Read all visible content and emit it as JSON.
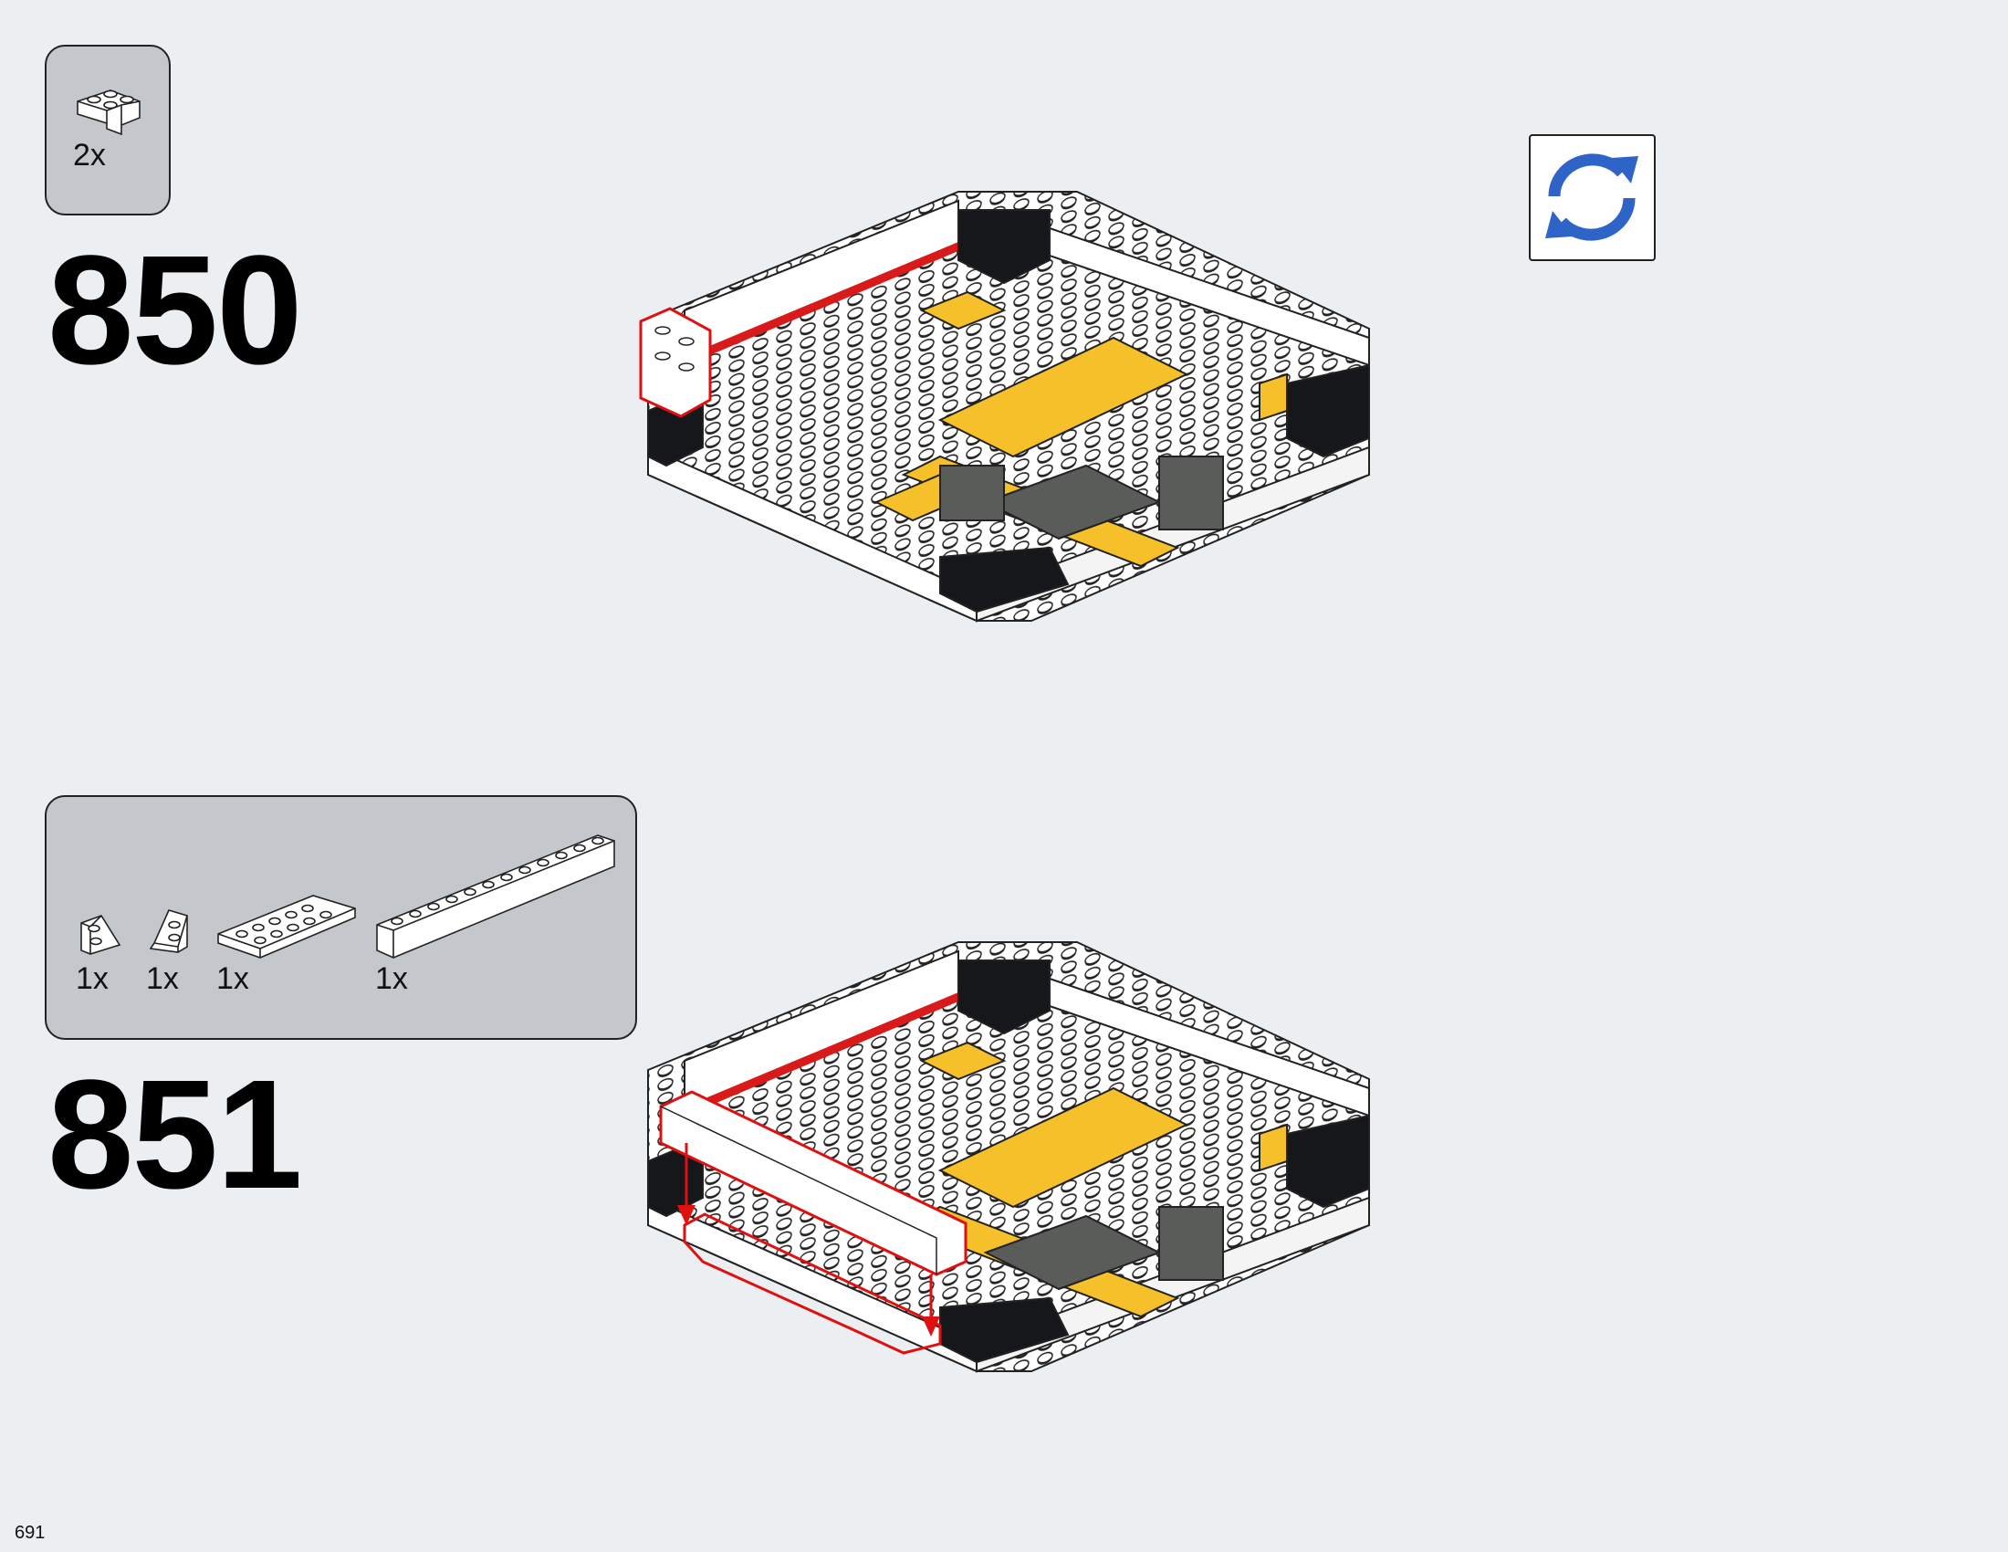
{
  "page": {
    "number": "691"
  },
  "steps": [
    {
      "number": "850",
      "parts": [
        {
          "qty": "2x",
          "icon": "white-corner-brick-icon"
        }
      ]
    },
    {
      "number": "851",
      "parts": [
        {
          "qty": "1x",
          "icon": "white-wedge-plate-left-icon"
        },
        {
          "qty": "1x",
          "icon": "white-wedge-plate-right-icon"
        },
        {
          "qty": "1x",
          "icon": "white-plate-2x6-icon"
        },
        {
          "qty": "1x",
          "icon": "white-brick-1x12-icon"
        }
      ]
    }
  ],
  "rotate": {
    "icon": "rotate-model-icon",
    "color": "#2e63c7"
  },
  "colors": {
    "background": "#eceff2",
    "panel": "#c4c8cc",
    "callout": "#e01010",
    "yellow": "#f5c02a",
    "dark": "#15171b",
    "gray": "#5a5c5a"
  }
}
